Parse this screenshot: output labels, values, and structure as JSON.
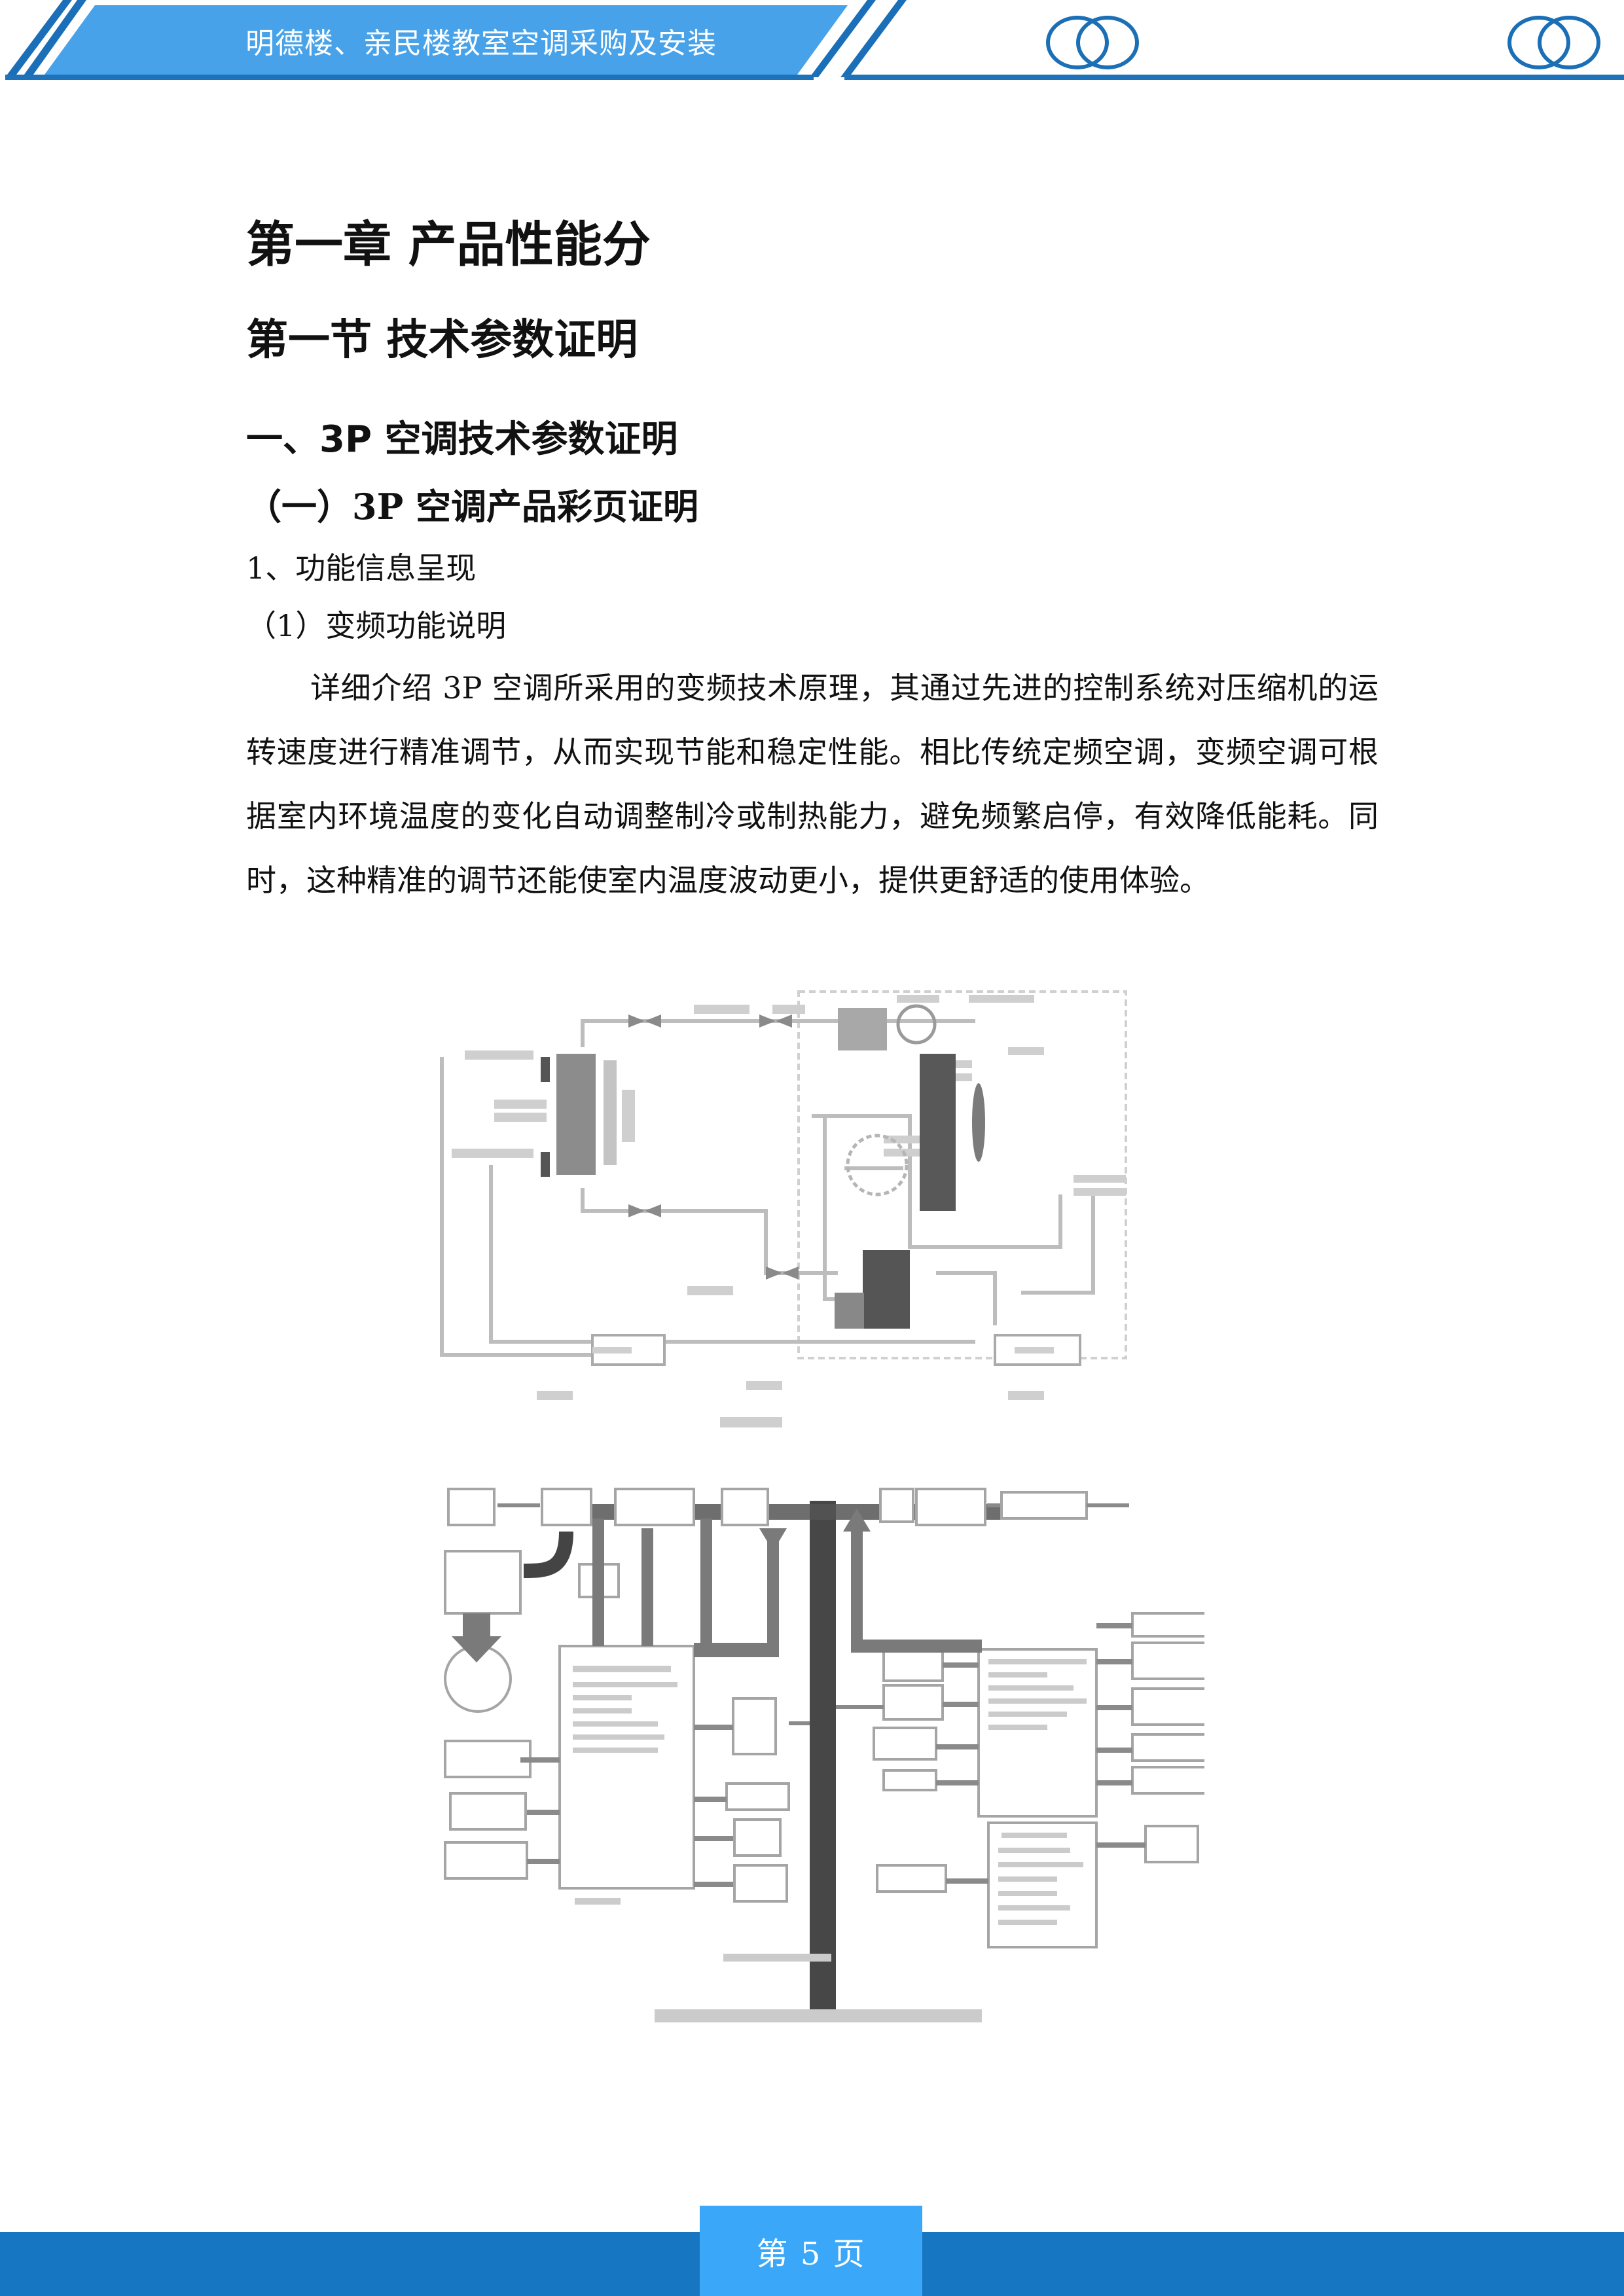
{
  "header": {
    "title": "明德楼、亲民楼教室空调采购及安装",
    "logo_icon": "interlocking-rings-icon",
    "colors": {
      "banner_fill": "#47a2e9",
      "stripe": "#1a6fb8",
      "rule": "#1d72b9"
    }
  },
  "content": {
    "chapter_heading": "第一章 产品性能分",
    "section_heading": "第一节 技术参数证明",
    "subheading_1": "一、3P 空调技术参数证明",
    "subheading_2": "（一）3P 空调产品彩页证明",
    "subheading_3": "1、功能信息呈现",
    "subheading_4": "（1）变频功能说明",
    "paragraph": "详细介绍 3P 空调所采用的变频技术原理，其通过先进的控制系统对压缩机的运转速度进行精准调节，从而实现节能和稳定性能。相比传统定频空调，变频空调可根据室内环境温度的变化自动调整制冷或制热能力，避免频繁启停，有效降低能耗。同时，这种精准的调节还能使室内温度波动更小，提供更舒适的使用体验。"
  },
  "figure": {
    "description": "变频空调系统原理示意图（上：制冷循环管路图；下：控制电路方框图），图中文字为低分辨率不可辨认"
  },
  "footer": {
    "page_label": "第 5 页",
    "colors": {
      "bar": "#1676c2",
      "tab": "#3aa7f8"
    }
  }
}
